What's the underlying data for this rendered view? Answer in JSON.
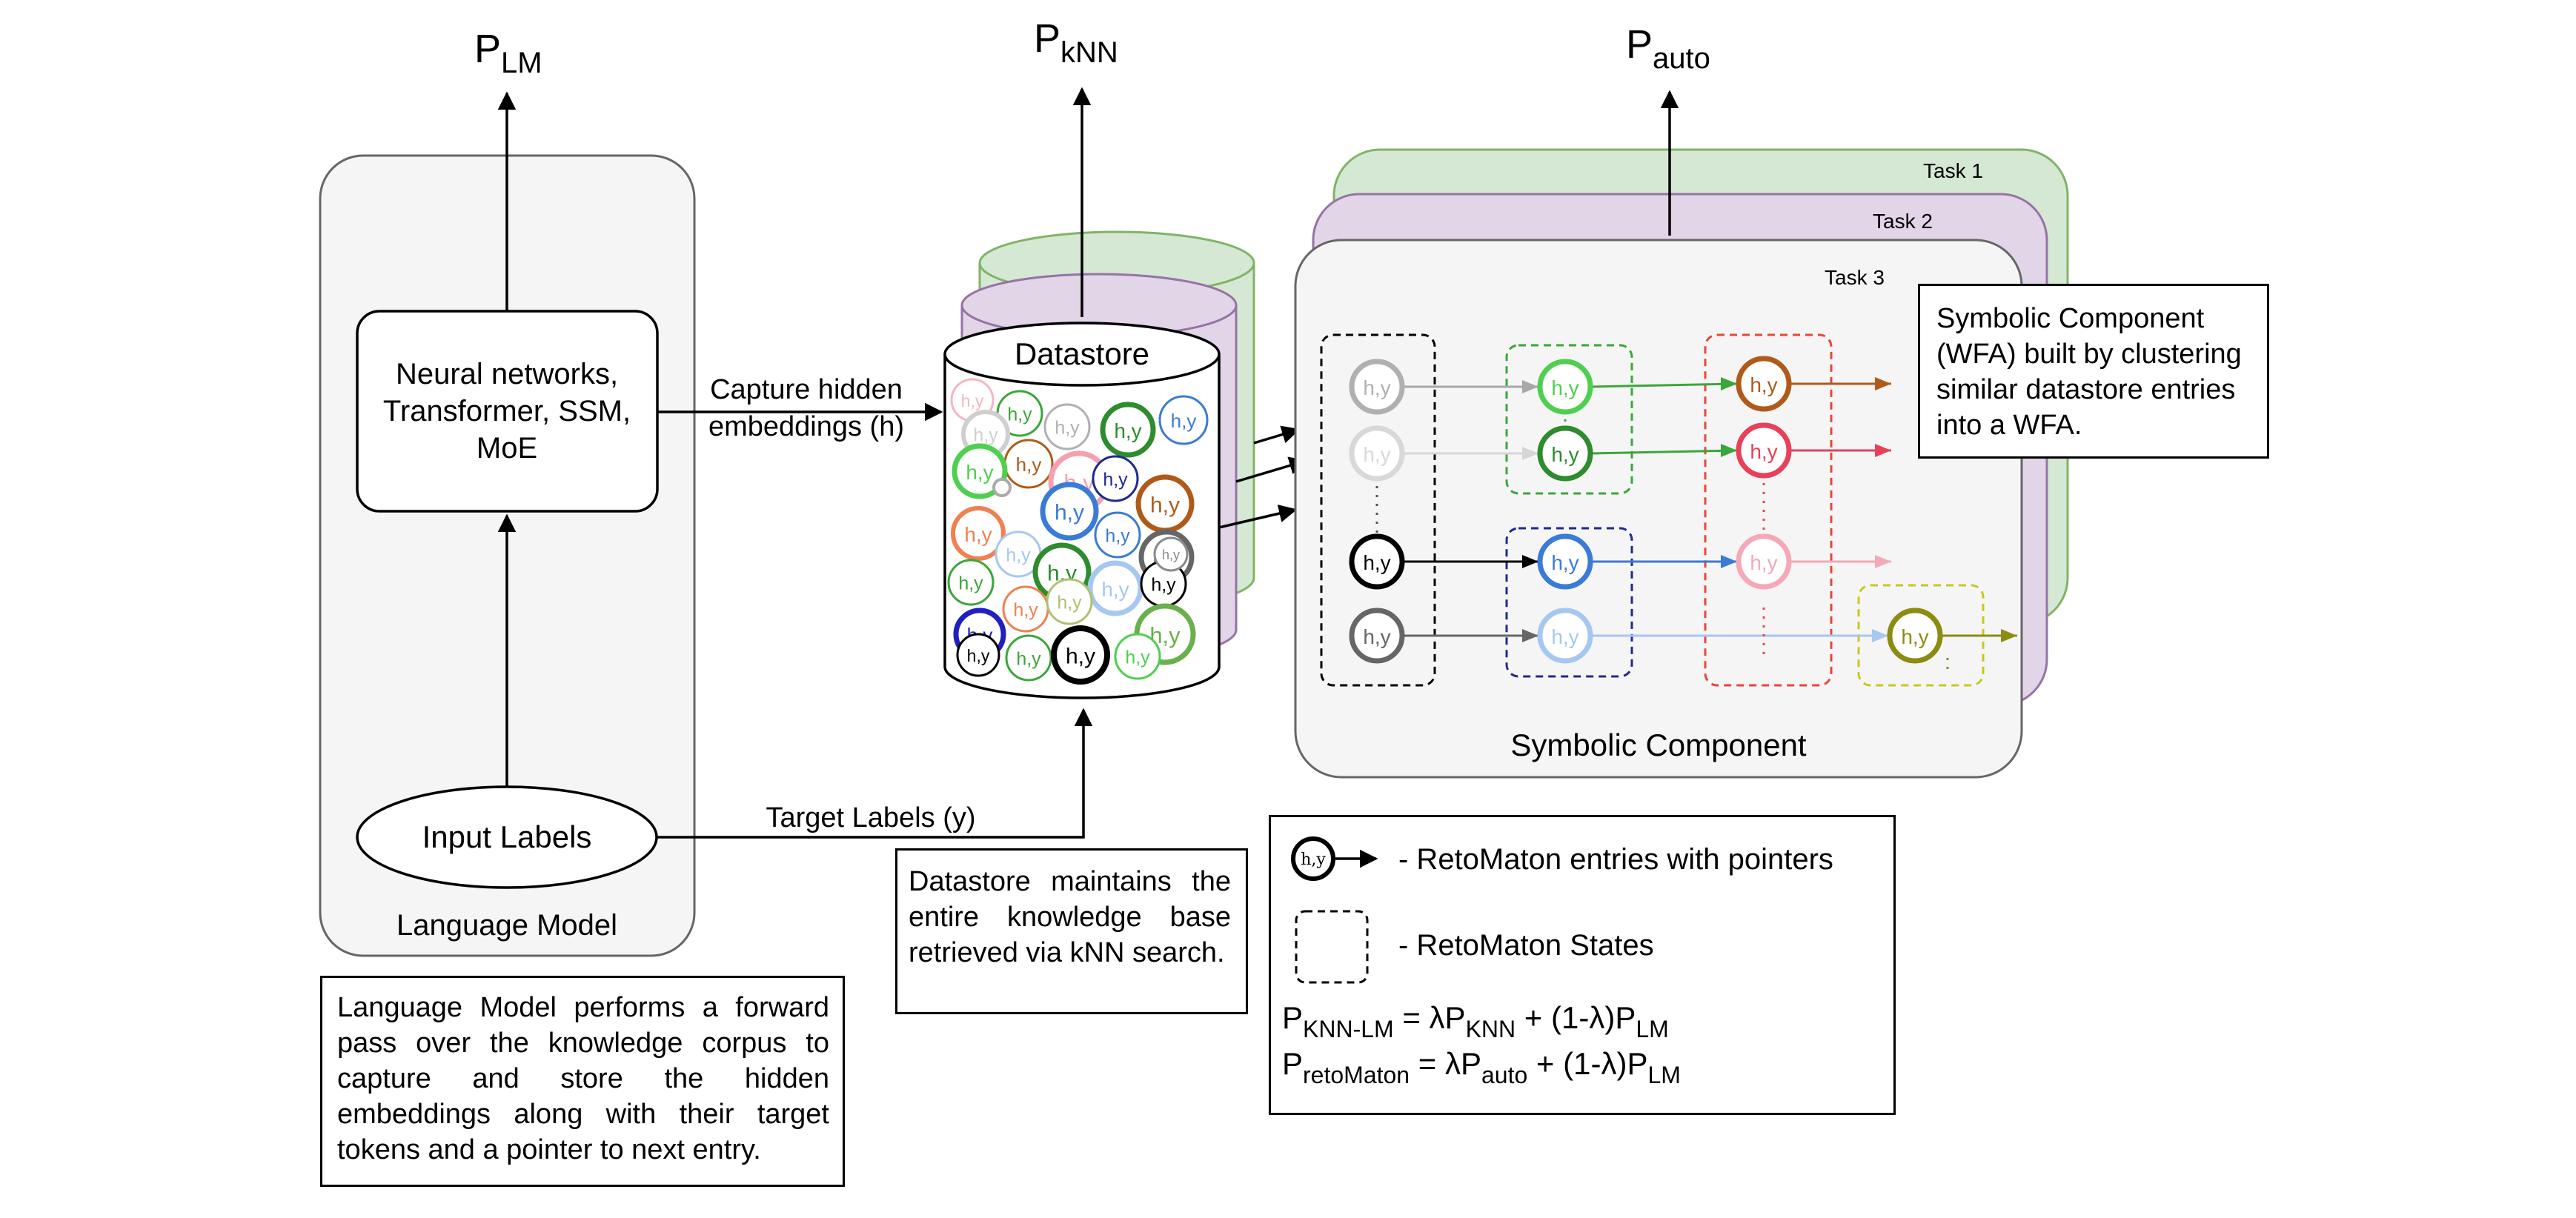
{
  "outputs": {
    "lm": {
      "main": "P",
      "sub": "LM"
    },
    "knn": {
      "main": "P",
      "sub": "kNN"
    },
    "auto": {
      "main": "P",
      "sub": "auto"
    }
  },
  "language_model": {
    "title": "Language Model",
    "neural_box": [
      "Neural networks,",
      "Transformer, SSM,",
      "MoE"
    ],
    "input_labels": "Input Labels"
  },
  "edges": {
    "capture": [
      "Capture hidden",
      "embeddings (h)"
    ],
    "target": "Target Labels (y)"
  },
  "datastore": {
    "title": "Datastore",
    "node_label": "h,y"
  },
  "symbolic": {
    "tasks": [
      "Task 1",
      "Task 2",
      "Task 3"
    ],
    "title": "Symbolic Component",
    "node_label": "h,y"
  },
  "notes": {
    "symbolic": "Symbolic Component (WFA) built by clustering similar datastore entries into a WFA.",
    "datastore": "Datastore maintains the entire knowledge base retrieved via kNN search.",
    "lm": "Language Model performs a forward pass over the knowledge corpus to capture and store the hidden embeddings along with their target tokens and a pointer to next entry."
  },
  "legend": {
    "node_label": "h,y",
    "entries_text": "-  RetoMaton entries with pointers",
    "states_text": "-  RetoMaton States",
    "formula1": {
      "lhs": "P",
      "lhs_sub": "KNN-LM",
      "eq": "=  λP",
      "sub1": "KNN",
      "mid": " + (1-λ)P",
      "sub2": "LM"
    },
    "formula2": {
      "lhs": "P",
      "lhs_sub": "retoMaton",
      "eq": "=  λP",
      "sub1": "auto",
      "mid": " + (1-λ)P",
      "sub2": "LM"
    }
  },
  "colors": {
    "task1_fill": "#d5e8d4",
    "task1_stroke": "#82b366",
    "task2_fill": "#e1d5e7",
    "task2_stroke": "#9673a6",
    "panel_fill": "#f5f5f5",
    "panel_stroke": "#666666",
    "red_dash": "#e8463a",
    "green_dash": "#3aa63a",
    "navy_dash": "#1e2a8f",
    "olive_dash": "#c8c81e"
  }
}
